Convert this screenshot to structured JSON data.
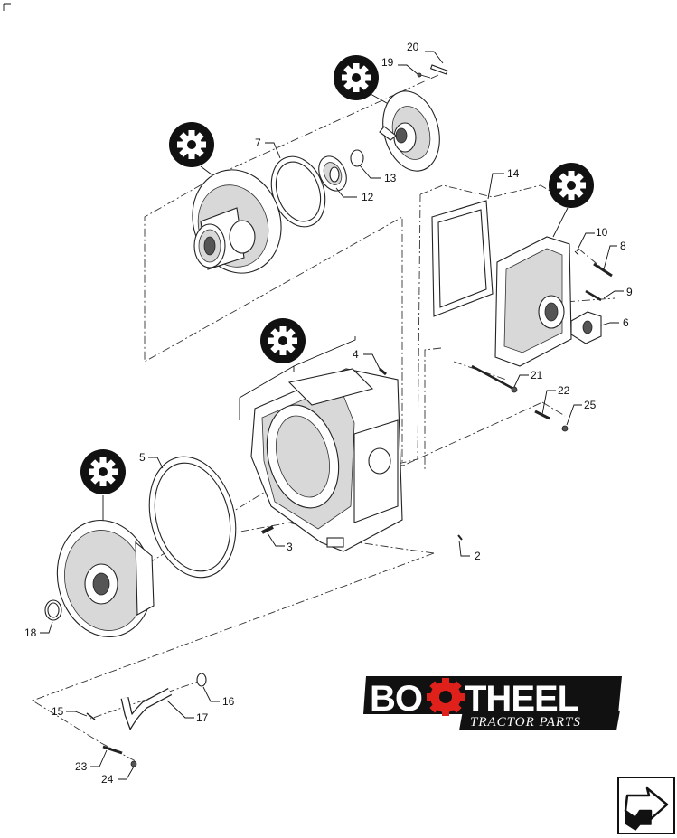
{
  "callouts": [
    {
      "id": "c1",
      "label": "20"
    },
    {
      "id": "c2",
      "label": "19"
    },
    {
      "id": "c3",
      "label": "7"
    },
    {
      "id": "c4",
      "label": "13"
    },
    {
      "id": "c5",
      "label": "12"
    },
    {
      "id": "c6",
      "label": "14"
    },
    {
      "id": "c7",
      "label": "10"
    },
    {
      "id": "c8",
      "label": "8"
    },
    {
      "id": "c9",
      "label": "9"
    },
    {
      "id": "c10",
      "label": "6"
    },
    {
      "id": "c11",
      "label": "4"
    },
    {
      "id": "c12",
      "label": "21"
    },
    {
      "id": "c13",
      "label": "22"
    },
    {
      "id": "c14",
      "label": "25"
    },
    {
      "id": "c15",
      "label": "5"
    },
    {
      "id": "c16",
      "label": "3"
    },
    {
      "id": "c17",
      "label": "2"
    },
    {
      "id": "c18",
      "label": "18"
    },
    {
      "id": "c19",
      "label": "16"
    },
    {
      "id": "c20",
      "label": "15"
    },
    {
      "id": "c21",
      "label": "17"
    },
    {
      "id": "c22",
      "label": "23"
    },
    {
      "id": "c23",
      "label": "24"
    }
  ],
  "logo": {
    "word_left": "BO",
    "word_right": "THEEL",
    "tagline": "TRACTOR PARTS"
  },
  "colors": {
    "logo_red": "#e0201b",
    "ink": "#111111",
    "badge": "#111111"
  },
  "icons": {
    "badge": "gear-icon",
    "nav": "next-page-arrow-icon"
  }
}
